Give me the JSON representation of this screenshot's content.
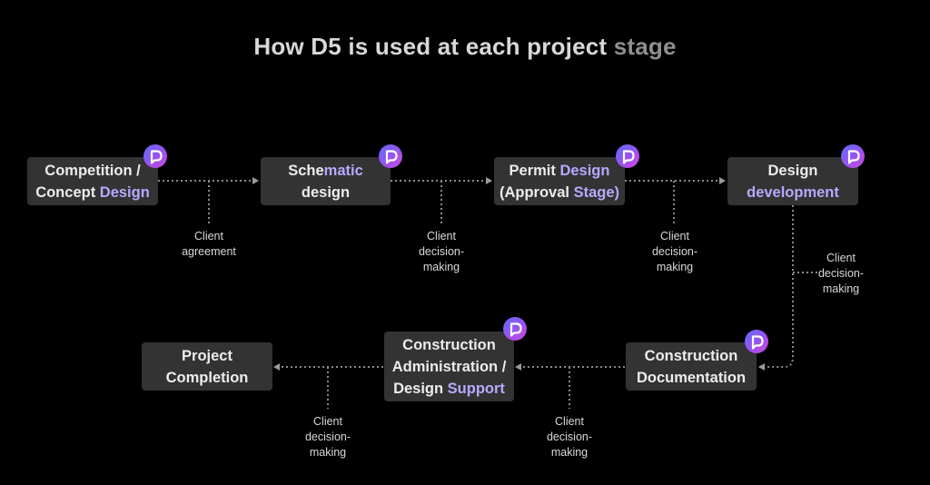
{
  "title": {
    "main": "How D5 is used at each project ",
    "tail": "stage"
  },
  "nodes": {
    "competition": {
      "line1a": "Competition /",
      "line1b": "",
      "line2a": "Concept ",
      "line2b": "Design"
    },
    "schematic": {
      "line1a": "Sche",
      "line1b": "matic",
      "line2a": "design",
      "line2b": ""
    },
    "permit": {
      "line1a": "Permit ",
      "line1b": "Design",
      "line2a": "(Approval ",
      "line2b": "Stage)"
    },
    "design_dev": {
      "line1a": "Design",
      "line1b": "",
      "line2a": "",
      "line2b": "development"
    },
    "construction_doc": {
      "line1a": "Construction",
      "line1b": "",
      "line2a": "Documentation",
      "line2b": ""
    },
    "construction_admin": {
      "line1a": "Construction",
      "line1b": "",
      "line2a": "Administration /",
      "line2b": "",
      "line3a": "Design ",
      "line3b": "Support"
    },
    "completion": {
      "line1a": "Project",
      "line1b": "",
      "line2a": "Completion",
      "line2b": ""
    }
  },
  "notes": {
    "n1": {
      "l1": "Client",
      "l2": "agreement",
      "l3": ""
    },
    "n2": {
      "l1": "Client",
      "l2": "decision-",
      "l3": "making"
    },
    "n3": {
      "l1": "Client",
      "l2": "decision-",
      "l3": "making"
    },
    "n4": {
      "l1": "Client",
      "l2": "decision-",
      "l3": "making"
    },
    "n5": {
      "l1": "Client",
      "l2": "decision-",
      "l3": "making"
    },
    "n6": {
      "l1": "Client",
      "l2": "decision-",
      "l3": "making"
    }
  },
  "colors": {
    "background": "#000000",
    "node": "#333333",
    "highlight": "#b9a8ff",
    "connector": "#8a8a8a"
  },
  "icons": {
    "badge": "d5-logo-icon"
  }
}
